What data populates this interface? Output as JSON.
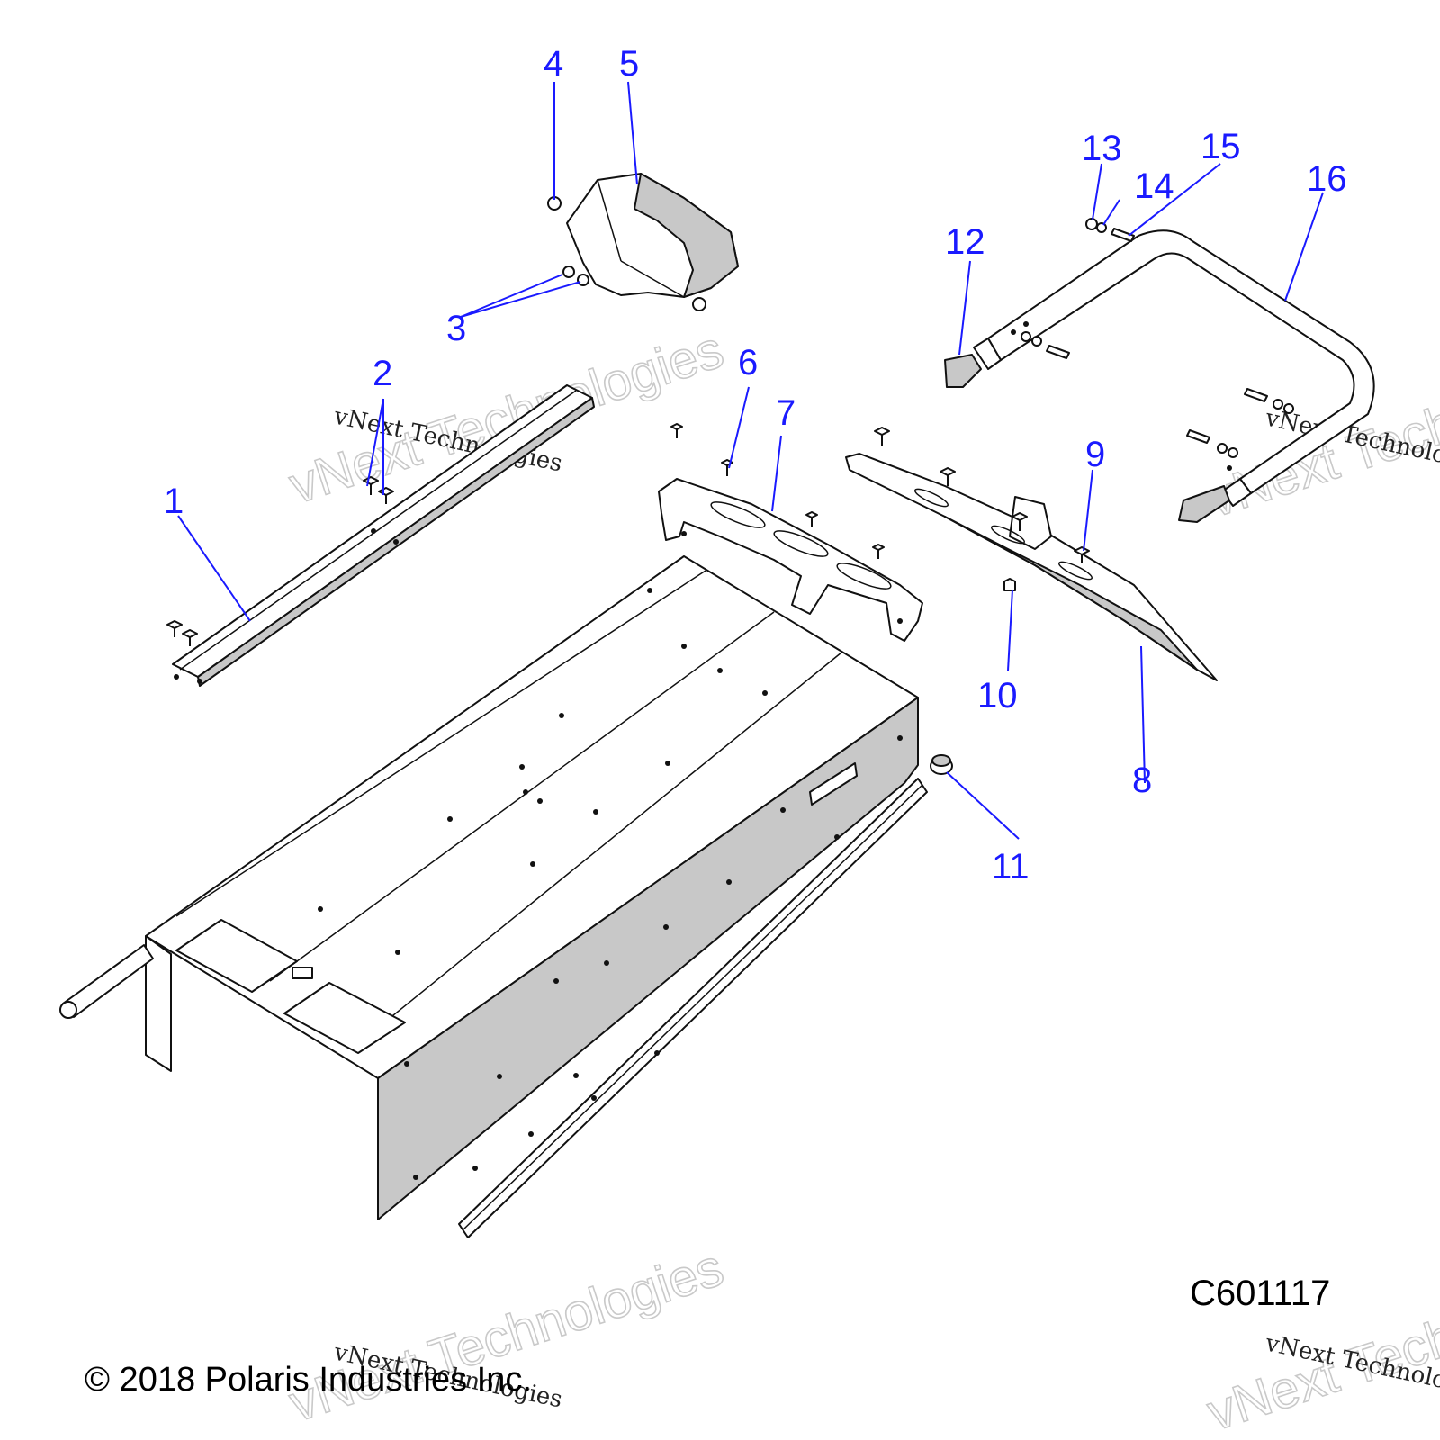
{
  "figure": {
    "id": "C601117",
    "copyright": "© 2018 Polaris Industries Inc."
  },
  "callouts": [
    "1",
    "2",
    "3",
    "4",
    "5",
    "6",
    "7",
    "8",
    "9",
    "10",
    "11",
    "12",
    "13",
    "14",
    "15",
    "16"
  ],
  "watermark": {
    "big": "vNext Technologies",
    "small": "vNext Technologies"
  },
  "colors": {
    "callout": "#1a1aff",
    "line": "#111111",
    "shade": "#c8c8c8"
  }
}
